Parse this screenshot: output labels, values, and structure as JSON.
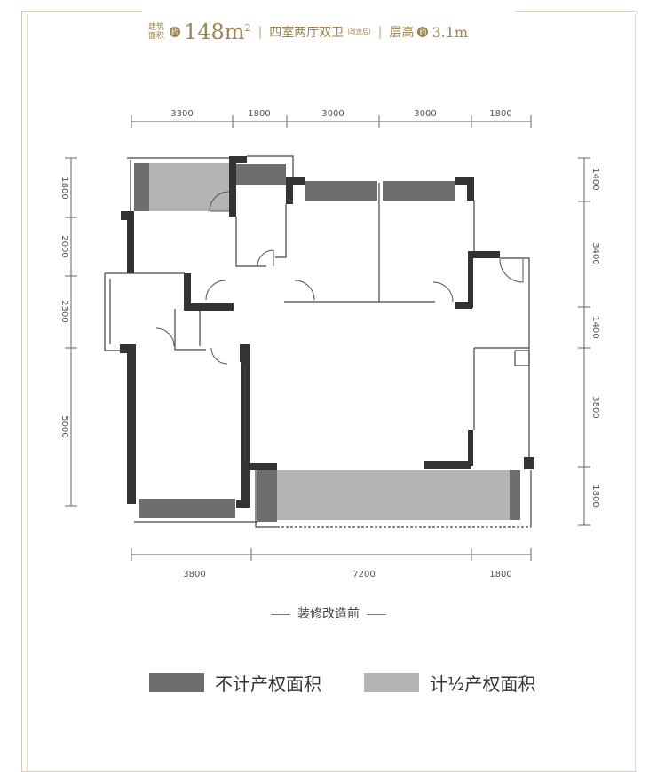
{
  "header": {
    "area_label": "建筑面积",
    "area_badge": "约",
    "area_value": "148m",
    "area_unit_sup": "2",
    "layout": "四室两厅双卫",
    "layout_note": "(改造后)",
    "height_label": "层高",
    "height_badge": "约",
    "height_value": "3.1m"
  },
  "dimensions": {
    "top": [
      "3300",
      "1800",
      "3000",
      "3000",
      "1800"
    ],
    "bottom": [
      "3800",
      "7200",
      "1800"
    ],
    "left": [
      "1800",
      "2000",
      "2300",
      "5000"
    ],
    "right": [
      "1400",
      "3400",
      "1400",
      "3800",
      "1800"
    ]
  },
  "caption": "装修改造前",
  "legend": [
    {
      "label": "不计产权面积",
      "color": "#6e6e6e"
    },
    {
      "label": "计½产权面积",
      "color": "#b4b4b4"
    }
  ],
  "colors": {
    "wall": "#333333",
    "dark_area": "#6e6e6e",
    "light_area": "#b4b4b4",
    "accent": "#9a8552"
  }
}
